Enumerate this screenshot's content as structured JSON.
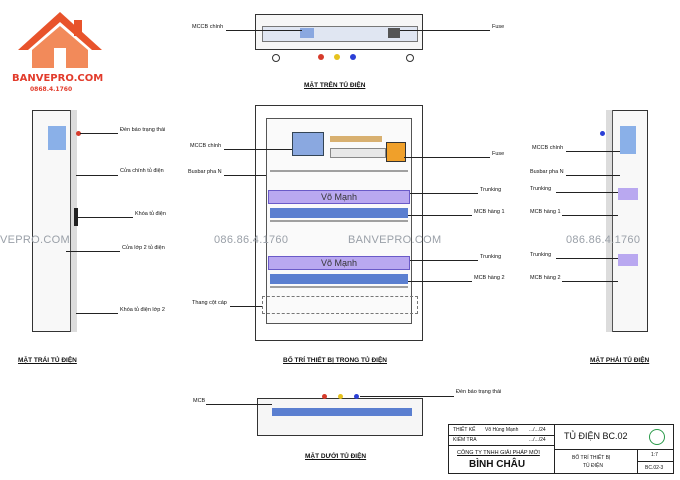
{
  "logo": {
    "brand": "BANVEPRO.COM",
    "phone": "0868.4.1760",
    "colors": {
      "roof": "#e8532b",
      "text": "#e23b2b"
    }
  },
  "watermark": {
    "left_site": "VEPRO.COM",
    "phone_center": "086.86.4.1760",
    "site_center": "BANVEPRO.COM",
    "phone_right": "086.86.4.1760"
  },
  "views": {
    "top": {
      "title": "MẶT TRÊN TỦ ĐIỆN",
      "labels": {
        "mccb": "MCCB chính",
        "fuse": "Fuse"
      }
    },
    "left": {
      "title": "MẶT TRÁI TỦ ĐIỆN",
      "labels": {
        "indicator": "Đèn báo trạng thái",
        "main_door": "Cửa chính tủ điện",
        "lock": "Khóa tủ điện",
        "door2": "Cửa lớp 2 tủ điện",
        "lock2": "Khóa tủ điện lớp 2"
      }
    },
    "front": {
      "title": "BỐ TRÍ THIẾT BỊ TRONG TỦ ĐIỆN",
      "labels": {
        "mccb": "MCCB chính",
        "busbar": "Busbar pha N",
        "fuse": "Fuse",
        "trunking1": "Trunking",
        "mcb1": "MCB hàng 1",
        "trunking2": "Trunking",
        "mcb2": "MCB hàng 2",
        "tray": "Thang cột cáp"
      },
      "trunk_text_1": "Võ Mạnh",
      "trunk_text_2": "Võ Mạnh"
    },
    "right": {
      "title": "MẶT PHẢI TỦ ĐIỆN",
      "labels": {
        "mccb": "MCCB chính",
        "busbar": "Busbar pha N",
        "trunking1": "Trunking",
        "mcb1": "MCB hàng 1",
        "trunking2": "Trunking",
        "mcb2": "MCB hàng 2"
      }
    },
    "bottom": {
      "title": "MẶT DƯỚI TỦ ĐIỆN",
      "labels": {
        "indicator": "Đèn báo trạng thái",
        "mcb": "MCB"
      }
    }
  },
  "title_block": {
    "designer_label": "THIẾT KẾ",
    "designer_name": "Võ Hùng Mạnh",
    "designer_date": ".../.../24",
    "checker_label": "KIỂM TRA",
    "checker_date": ".../.../24",
    "company": "CÔNG TY TNHH GIẢI PHÁP MỚI",
    "company_name": "BÌNH CHÂU",
    "drawing_title": "TỦ ĐIỆN BC.02",
    "sheet_title_1": "BỐ TRÍ THIẾT BỊ",
    "sheet_title_2": "TỦ ĐIỆN",
    "scale": "1:7",
    "code": "BC.02-3"
  }
}
